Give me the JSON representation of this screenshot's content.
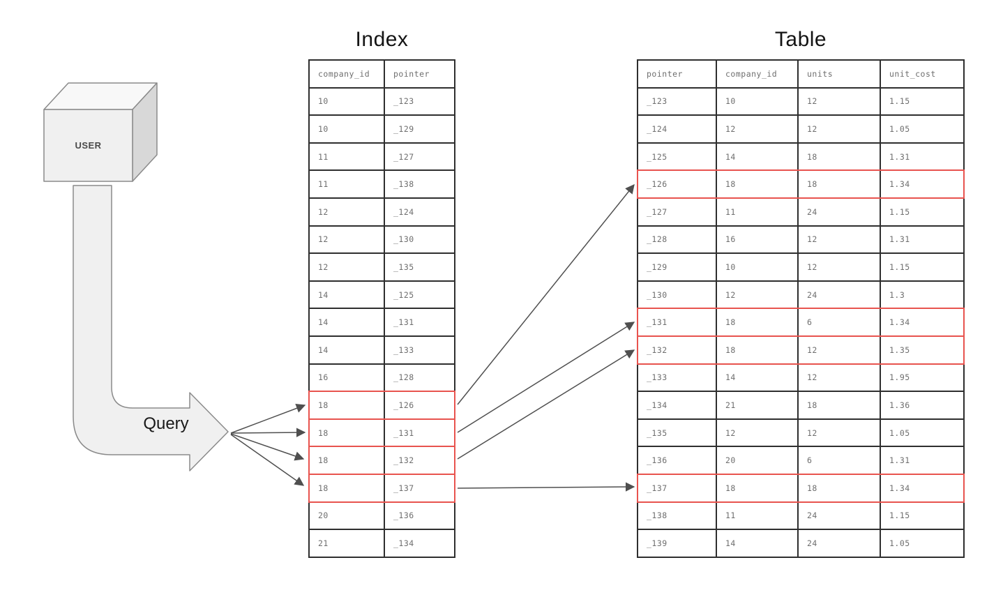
{
  "titles": {
    "index": "Index",
    "table": "Table"
  },
  "user_label": "USER",
  "query_label": "Query",
  "index_table": {
    "columns": [
      "company_id",
      "pointer"
    ],
    "rows": [
      [
        "10",
        "_123"
      ],
      [
        "10",
        "_129"
      ],
      [
        "11",
        "_127"
      ],
      [
        "11",
        "_138"
      ],
      [
        "12",
        "_124"
      ],
      [
        "12",
        "_130"
      ],
      [
        "12",
        "_135"
      ],
      [
        "14",
        "_125"
      ],
      [
        "14",
        "_131"
      ],
      [
        "14",
        "_133"
      ],
      [
        "16",
        "_128"
      ],
      [
        "18",
        "_126"
      ],
      [
        "18",
        "_131"
      ],
      [
        "18",
        "_132"
      ],
      [
        "18",
        "_137"
      ],
      [
        "20",
        "_136"
      ],
      [
        "21",
        "_134"
      ]
    ],
    "highlighted_rows": [
      11,
      12,
      13,
      14
    ]
  },
  "data_table": {
    "columns": [
      "pointer",
      "company_id",
      "units",
      "unit_cost"
    ],
    "rows": [
      [
        "_123",
        "10",
        "12",
        "1.15"
      ],
      [
        "_124",
        "12",
        "12",
        "1.05"
      ],
      [
        "_125",
        "14",
        "18",
        "1.31"
      ],
      [
        "_126",
        "18",
        "18",
        "1.34"
      ],
      [
        "_127",
        "11",
        "24",
        "1.15"
      ],
      [
        "_128",
        "16",
        "12",
        "1.31"
      ],
      [
        "_129",
        "10",
        "12",
        "1.15"
      ],
      [
        "_130",
        "12",
        "24",
        "1.3"
      ],
      [
        "_131",
        "18",
        "6",
        "1.34"
      ],
      [
        "_132",
        "18",
        "12",
        "1.35"
      ],
      [
        "_133",
        "14",
        "12",
        "1.95"
      ],
      [
        "_134",
        "21",
        "18",
        "1.36"
      ],
      [
        "_135",
        "12",
        "12",
        "1.05"
      ],
      [
        "_136",
        "20",
        "6",
        "1.31"
      ],
      [
        "_137",
        "18",
        "18",
        "1.34"
      ],
      [
        "_138",
        "11",
        "24",
        "1.15"
      ],
      [
        "_139",
        "14",
        "24",
        "1.05"
      ]
    ],
    "highlighted_rows": [
      3,
      8,
      9,
      14
    ]
  },
  "connections": {
    "query_matched_company_id": "18",
    "matched_pointers": [
      "_126",
      "_131",
      "_132",
      "_137"
    ]
  },
  "colors": {
    "highlight": "#e8534e",
    "table_border": "#2e2e2e",
    "cell_text": "#6e6e6e",
    "arrow": "#4f4f4f",
    "shape_fill": "#f0f0f0",
    "shape_stroke": "#8a8a8a"
  }
}
